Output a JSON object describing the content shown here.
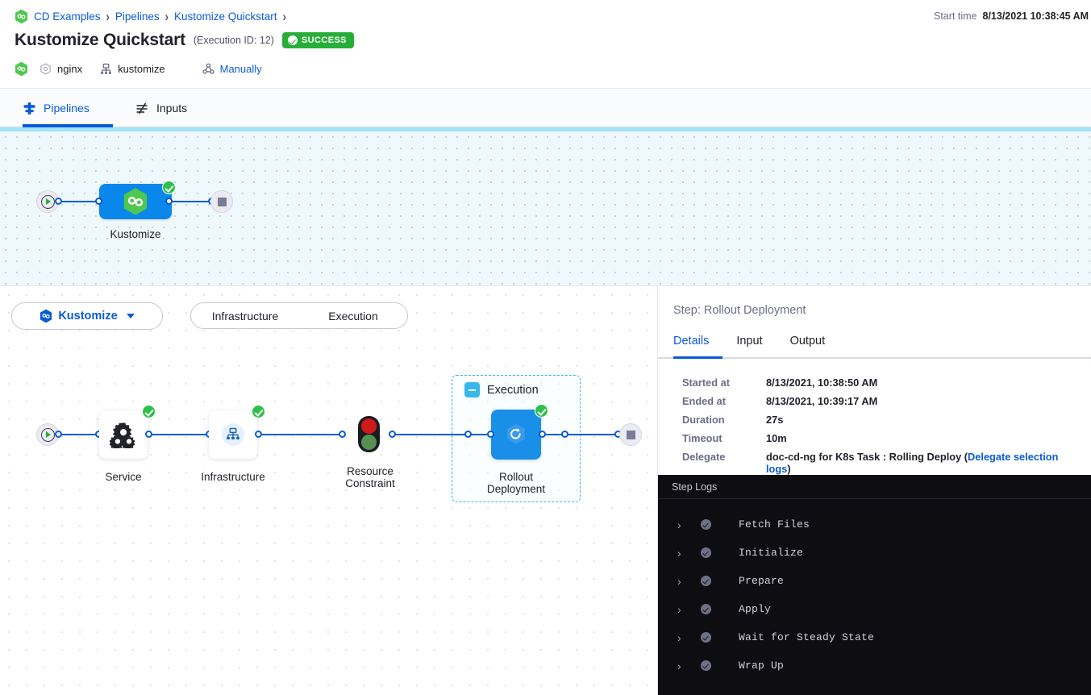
{
  "header": {
    "breadcrumb": [
      {
        "label": "CD Examples",
        "icon": "harness-hex-icon"
      },
      {
        "label": "Pipelines"
      },
      {
        "label": "Kustomize Quickstart"
      }
    ],
    "title": "Kustomize Quickstart",
    "execution_id": "(Execution ID: 12)",
    "status_badge": "SUCCESS",
    "status_color": "#27ae38",
    "meta": {
      "service_icon": "harness-hex-icon",
      "service": "nginx",
      "service_icon_name": "service-icon",
      "infra": "kustomize",
      "infra_icon_name": "infrastructure-icon",
      "trigger": "Manually",
      "trigger_icon_name": "trigger-icon"
    },
    "start_time_label": "Start time",
    "start_time_value": "8/13/2021 10:38:45 AM"
  },
  "tabs": [
    {
      "label": "Pipelines",
      "icon": "pipeline-icon",
      "active": true
    },
    {
      "label": "Inputs",
      "icon": "inputs-icon",
      "active": false
    }
  ],
  "top_graph": {
    "stage_label": "Kustomize",
    "stage_icon": "harness-hex-icon",
    "start_icon": "play-icon",
    "stop_icon": "stop-icon",
    "status": "success"
  },
  "stage_selector": {
    "label": "Kustomize",
    "icon": "harness-hex-icon",
    "caret": "chevron-down-icon"
  },
  "stage_tabs": [
    {
      "label": "Infrastructure"
    },
    {
      "label": "Execution"
    }
  ],
  "exec_graph": {
    "start_icon": "play-icon",
    "stop_icon": "stop-icon",
    "group_label": "Execution",
    "group_collapse_icon": "minus-icon",
    "nodes": [
      {
        "label": "Service",
        "icon": "service-gears-icon",
        "status": "success"
      },
      {
        "label": "Infrastructure",
        "icon": "infrastructure-tree-icon",
        "status": "success"
      },
      {
        "label": "Resource\nConstraint",
        "icon": "traffic-light-icon",
        "status": "none"
      },
      {
        "label": "Rollout\nDeployment",
        "icon": "rollout-refresh-icon",
        "status": "success"
      }
    ]
  },
  "right_panel": {
    "title": "Step: Rollout Deployment",
    "tabs": [
      {
        "label": "Details",
        "active": true
      },
      {
        "label": "Input",
        "active": false
      },
      {
        "label": "Output",
        "active": false
      }
    ],
    "details": [
      {
        "key": "Started at",
        "value": "8/13/2021, 10:38:50 AM"
      },
      {
        "key": "Ended at",
        "value": "8/13/2021, 10:39:17 AM"
      },
      {
        "key": "Duration",
        "value": "27s"
      },
      {
        "key": "Timeout",
        "value": "10m"
      }
    ],
    "delegate_key": "Delegate",
    "delegate_prefix": "doc-cd-ng for K8s Task : Rolling Deploy (",
    "delegate_link": "Delegate selection logs",
    "delegate_suffix": ")",
    "logs_header": "Step Logs",
    "logs": [
      {
        "name": "Fetch Files",
        "status": "success"
      },
      {
        "name": "Initialize",
        "status": "success"
      },
      {
        "name": "Prepare",
        "status": "success"
      },
      {
        "name": "Apply",
        "status": "success"
      },
      {
        "name": "Wait for Steady State",
        "status": "success"
      },
      {
        "name": "Wrap Up",
        "status": "success"
      }
    ]
  }
}
